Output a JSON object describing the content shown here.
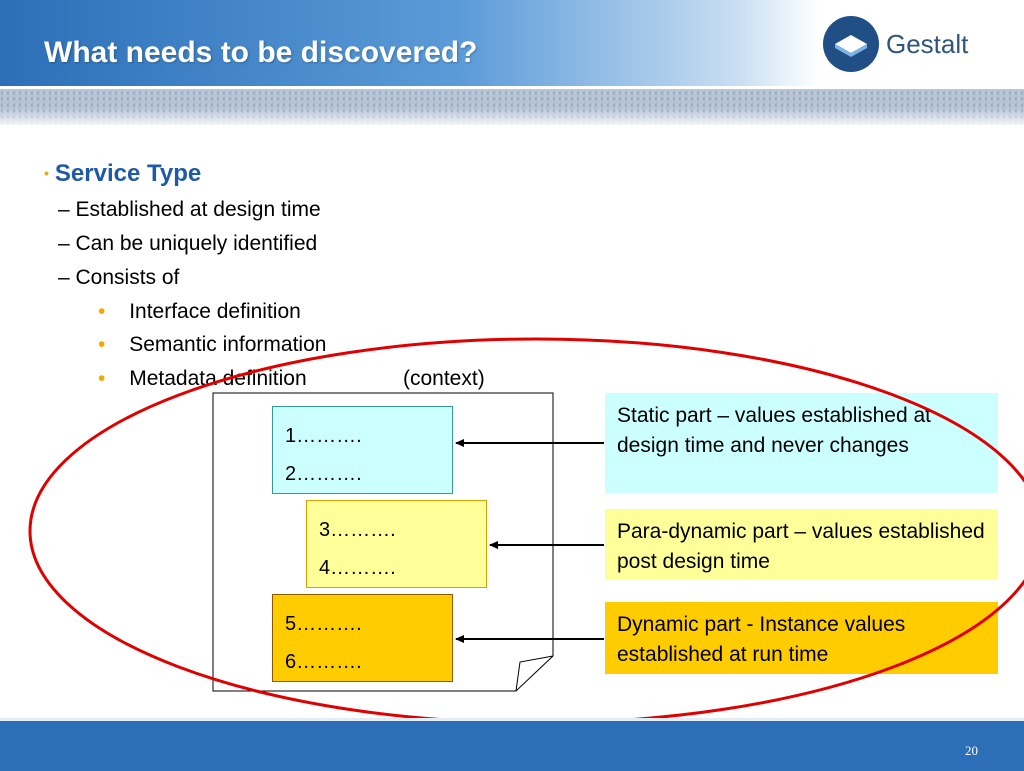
{
  "slide": {
    "title": "What needs to be discovered?",
    "page_number": "20"
  },
  "logo": {
    "text": "Gestalt",
    "icon": "gestalt-logo-icon"
  },
  "bullets": {
    "main": "Service Type",
    "sub": [
      "– Established at design time",
      "– Can be uniquely identified",
      "– Consists of"
    ],
    "items": [
      "Interface definition",
      "Semantic information",
      "Metadata definition"
    ],
    "context": "(context)"
  },
  "document": {
    "blocks": [
      {
        "lines": [
          "1……….",
          "2………."
        ],
        "color": "#ccffff",
        "border": "#339999"
      },
      {
        "lines": [
          "3……….",
          "4………."
        ],
        "color": "#ffff99",
        "border": "#e0a000"
      },
      {
        "lines": [
          "5……….",
          "6………."
        ],
        "color": "#ffcc00",
        "border": "#8a5a00"
      }
    ]
  },
  "info_boxes": [
    {
      "text": "Static part – values established at design time and never changes",
      "color": "#ccffff"
    },
    {
      "text": "Para-dynamic part – values established post design time",
      "color": "#ffff99"
    },
    {
      "text": "Dynamic part - Instance values established at run time",
      "color": "#ffcc00"
    }
  ],
  "colors": {
    "header_blue": "#2c6fb7",
    "accent_orange": "#f2a900",
    "ellipse_red": "#e00000",
    "title_text": "#ffffff",
    "heading_blue": "#1f5aa8"
  }
}
